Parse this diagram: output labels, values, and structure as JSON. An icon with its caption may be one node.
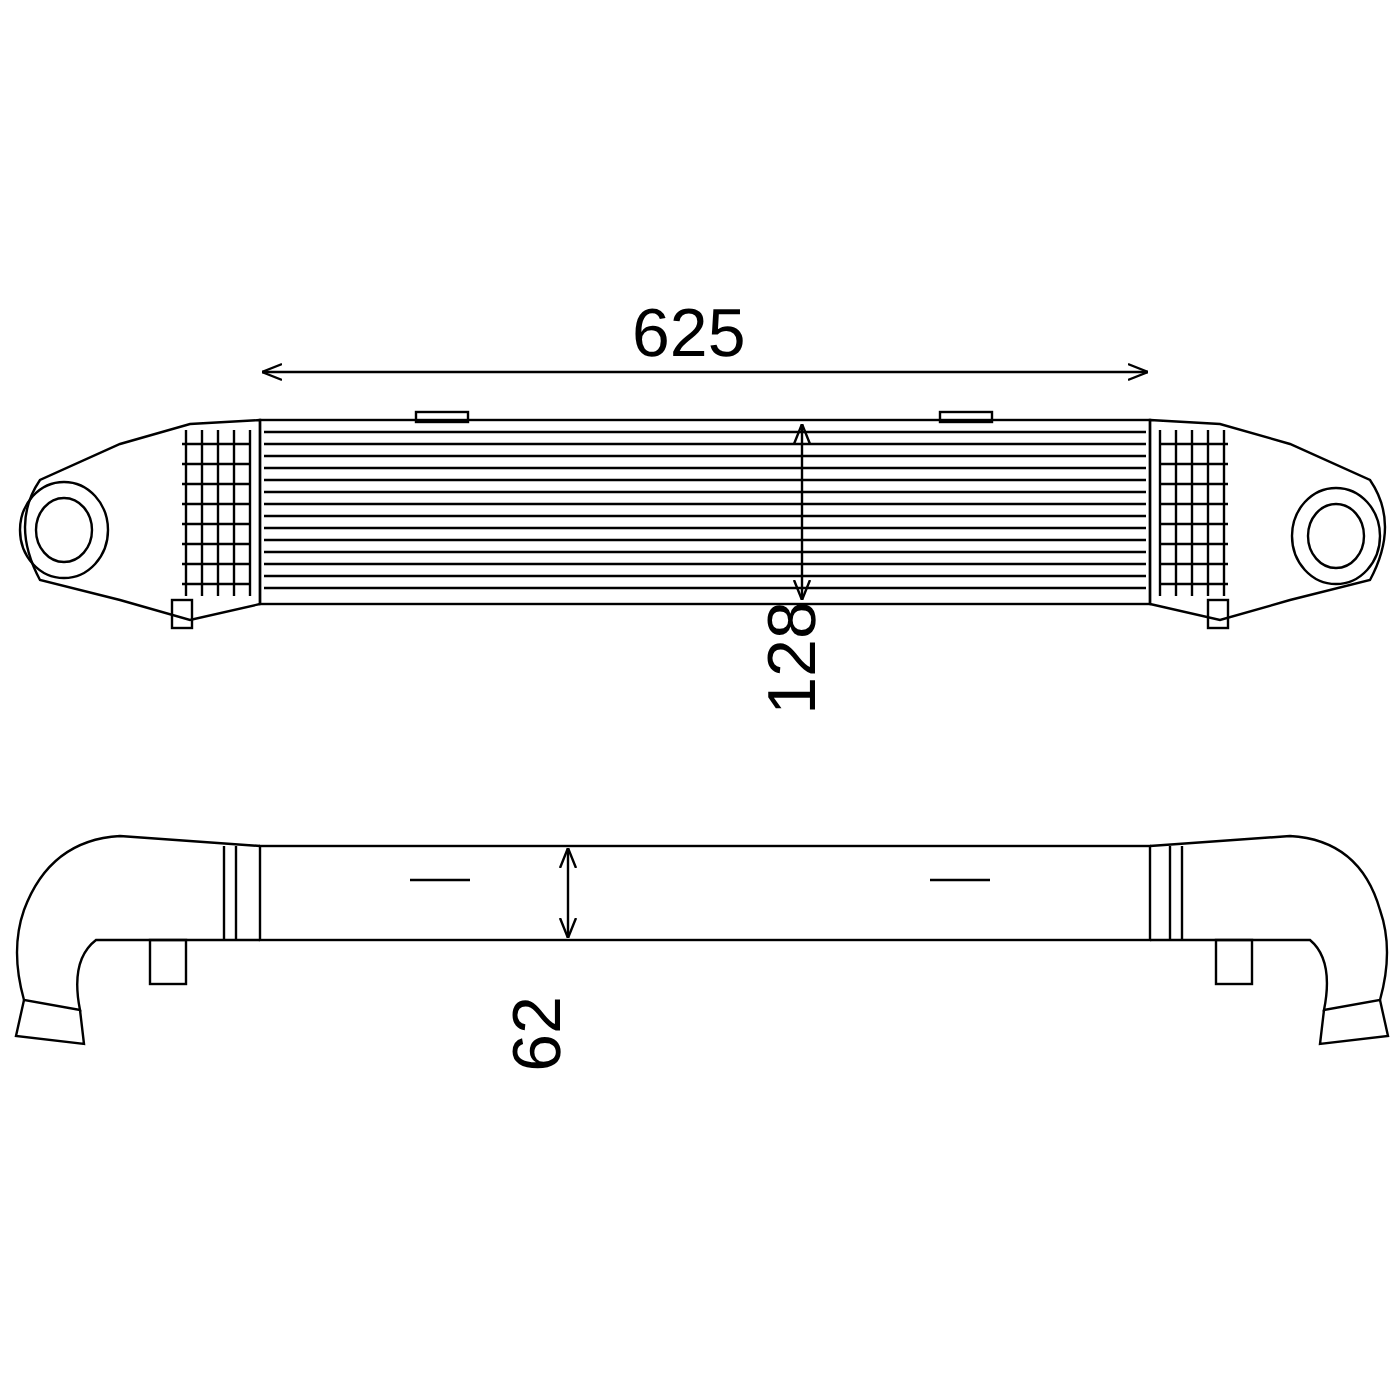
{
  "diagram": {
    "labels": [
      "625",
      "128",
      "62"
    ]
  }
}
